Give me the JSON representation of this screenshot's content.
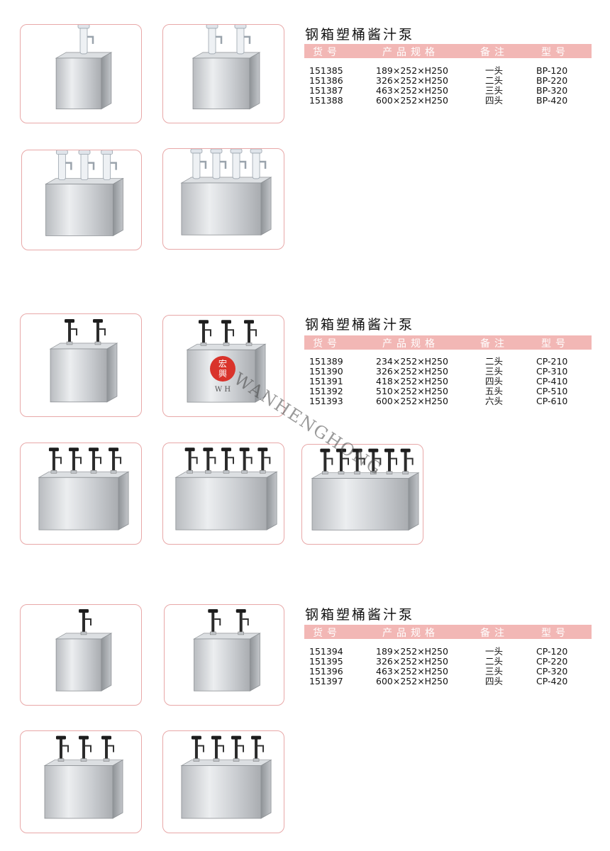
{
  "sections": [
    {
      "title": "钢箱塑桶酱汁泵",
      "headers": [
        "货号",
        "产品规格",
        "备注",
        "型号"
      ],
      "rows": [
        {
          "code": "151385",
          "spec": "189×252×H250",
          "note": "一头",
          "model": "BP-120"
        },
        {
          "code": "151386",
          "spec": "326×252×H250",
          "note": "二头",
          "model": "BP-220"
        },
        {
          "code": "151387",
          "spec": "463×252×H250",
          "note": "三头",
          "model": "BP-320"
        },
        {
          "code": "151388",
          "spec": "600×252×H250",
          "note": "四头",
          "model": "BP-420"
        }
      ]
    },
    {
      "title": "钢箱塑桶酱汁泵",
      "headers": [
        "货号",
        "产品规格",
        "备注",
        "型号"
      ],
      "rows": [
        {
          "code": "151389",
          "spec": "234×252×H250",
          "note": "二头",
          "model": "CP-210"
        },
        {
          "code": "151390",
          "spec": "326×252×H250",
          "note": "三头",
          "model": "CP-310"
        },
        {
          "code": "151391",
          "spec": "418×252×H250",
          "note": "四头",
          "model": "CP-410"
        },
        {
          "code": "151392",
          "spec": "510×252×H250",
          "note": "五头",
          "model": "CP-510"
        },
        {
          "code": "151393",
          "spec": "600×252×H250",
          "note": "六头",
          "model": "CP-610"
        }
      ]
    },
    {
      "title": "钢箱塑桶酱汁泵",
      "headers": [
        "货号",
        "产品规格",
        "备注",
        "型号"
      ],
      "rows": [
        {
          "code": "151394",
          "spec": "189×252×H250",
          "note": "一头",
          "model": "CP-120"
        },
        {
          "code": "151395",
          "spec": "326×252×H250",
          "note": "二头",
          "model": "CP-220"
        },
        {
          "code": "151396",
          "spec": "463×252×H250",
          "note": "三头",
          "model": "CP-320"
        },
        {
          "code": "151397",
          "spec": "600×252×H250",
          "note": "四头",
          "model": "CP-420"
        }
      ]
    }
  ],
  "products": [
    {
      "pumps": 1,
      "style": "white"
    },
    {
      "pumps": 2,
      "style": "white"
    },
    {
      "pumps": 3,
      "style": "white"
    },
    {
      "pumps": 4,
      "style": "white"
    },
    {
      "pumps": 2,
      "style": "black"
    },
    {
      "pumps": 3,
      "style": "black"
    },
    {
      "pumps": 4,
      "style": "black"
    },
    {
      "pumps": 5,
      "style": "black"
    },
    {
      "pumps": 6,
      "style": "black"
    },
    {
      "pumps": 1,
      "style": "black"
    },
    {
      "pumps": 2,
      "style": "black"
    },
    {
      "pumps": 3,
      "style": "black"
    },
    {
      "pumps": 4,
      "style": "black"
    }
  ],
  "watermark": {
    "text": "WANHENGHONG",
    "seal_chars": "宏興",
    "seal_letters": "W H"
  },
  "colors": {
    "header_bg": "#f2b7b5",
    "card_border": "#e8a8a8",
    "seal_red": "#d9332b"
  }
}
